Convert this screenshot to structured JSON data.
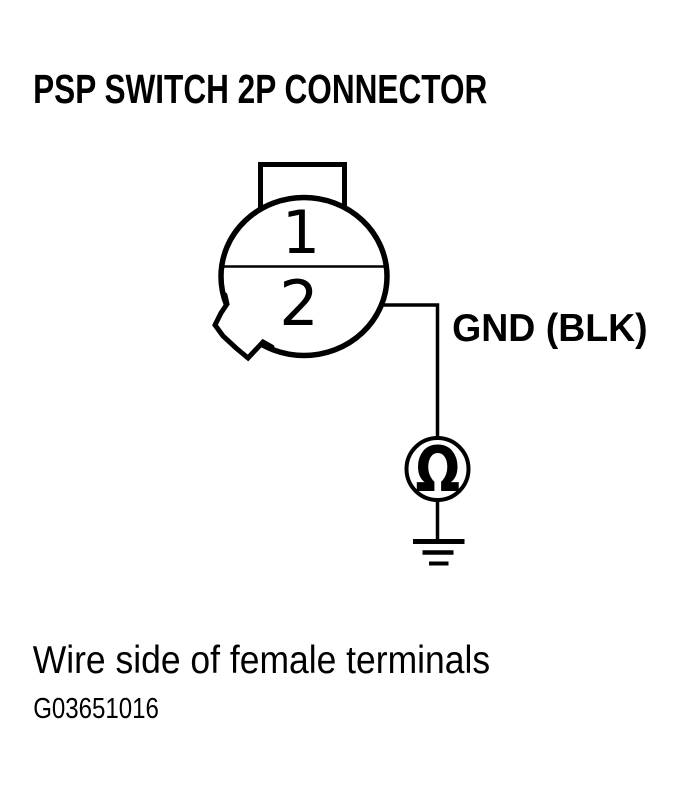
{
  "page": {
    "background_color": "#ffffff",
    "ink_color": "#000000"
  },
  "diagram": {
    "title": "PSP SWITCH 2P CONNECTOR",
    "connector": {
      "type": "2P round connector symbol",
      "pins": [
        {
          "number": "1"
        },
        {
          "number": "2"
        }
      ]
    },
    "wire": {
      "label": "GND (BLK)",
      "from_pin": "2"
    },
    "meter": {
      "symbol": "Ω",
      "icon": "ohmmeter-icon"
    },
    "ground": {
      "icon": "ground-icon"
    },
    "caption": "Wire side of female terminals",
    "figure_id": "G03651016"
  }
}
